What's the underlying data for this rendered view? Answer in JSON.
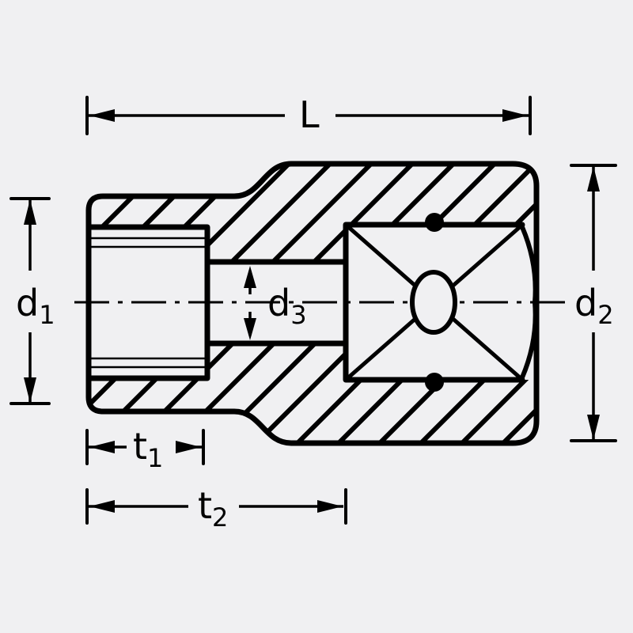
{
  "diagram_title": "socket-cross-section-dimension-drawing",
  "labels": {
    "L": {
      "base": "L",
      "sub": ""
    },
    "d1": {
      "base": "d",
      "sub": "1"
    },
    "d2": {
      "base": "d",
      "sub": "2"
    },
    "d3": {
      "base": "d",
      "sub": "3"
    },
    "t1": {
      "base": "t",
      "sub": "1"
    },
    "t2": {
      "base": "t",
      "sub": "2"
    }
  },
  "colors": {
    "background": "#f0f0f2",
    "line": "#000000"
  }
}
